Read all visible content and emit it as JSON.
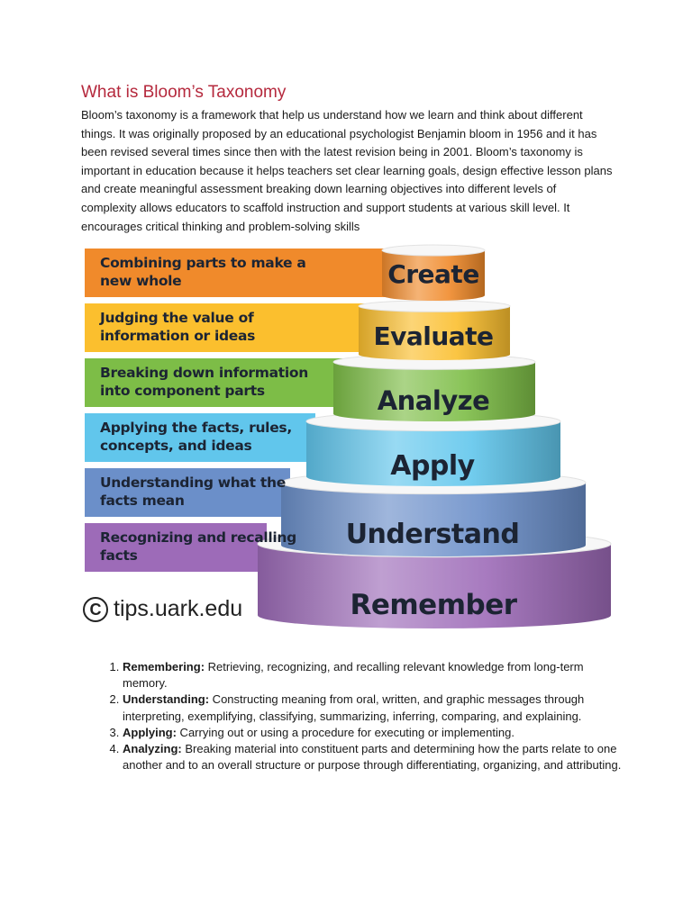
{
  "doc": {
    "title": "What is Bloom’s Taxonomy",
    "intro": "Bloom’s taxonomy is a framework that help us understand how we learn and think about different things. It was originally proposed by an educational psychologist Benjamin bloom in 1956 and it has been revised several times since then with the latest revision being in 2001. Bloom’s taxonomy is important in education because it helps teachers set clear learning goals, design effective lesson plans and create meaningful assessment breaking down learning objectives into different levels of complexity allows educators to scaffold instruction and support students at various skill level. It encourages critical thinking and problem-solving skills"
  },
  "pyramid": {
    "levels": [
      {
        "name": "Create",
        "description": "Combining parts to make a new whole",
        "color": "#f08a2b"
      },
      {
        "name": "Evaluate",
        "description": "Judging the value of information or ideas",
        "color": "#fbbf2e"
      },
      {
        "name": "Analyze",
        "description": "Breaking down information into component parts",
        "color": "#7dbd47"
      },
      {
        "name": "Apply",
        "description": "Applying the facts, rules, concepts, and ideas",
        "color": "#61c6ec"
      },
      {
        "name": "Understand",
        "description": "Understanding what the facts mean",
        "color": "#6b8fc9"
      },
      {
        "name": "Remember",
        "description": "Recognizing and recalling facts",
        "color": "#9d6bb8"
      }
    ],
    "credit": "tips.uark.edu",
    "credit_symbol": "C"
  },
  "list": {
    "items": [
      {
        "term": "Remembering:",
        "text": " Retrieving, recognizing, and recalling relevant knowledge from long-term memory."
      },
      {
        "term": "Understanding:",
        "text": " Constructing meaning from oral, written, and graphic messages through interpreting, exemplifying, classifying, summarizing, inferring, comparing, and explaining."
      },
      {
        "term": "Applying:",
        "text": " Carrying out or using a procedure for executing or implementing."
      },
      {
        "term": "Analyzing:",
        "text": " Breaking material into constituent parts and determining how the parts relate to one another and to an overall structure or purpose through differentiating, organizing, and attributing."
      }
    ]
  }
}
